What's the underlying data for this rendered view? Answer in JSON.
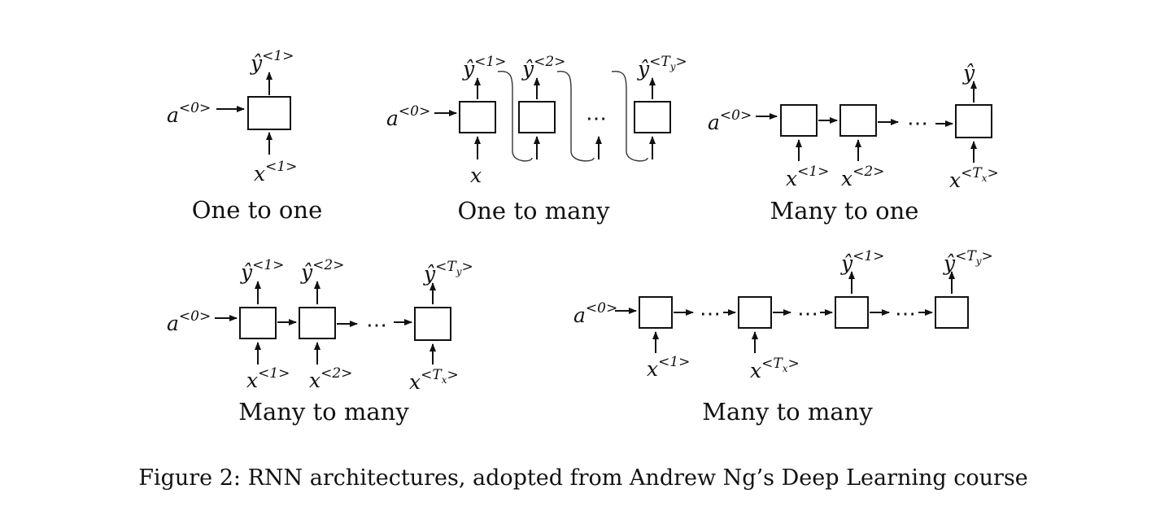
{
  "labels": {
    "a0": "a",
    "a0_sup": "<0>",
    "x": "x",
    "yhat": "ŷ",
    "sup_1": "<1>",
    "sup_2": "<2>",
    "sup_Ty_open": "<T",
    "Ty_sub": "y",
    "sup_Tx_open": "<T",
    "Tx_sub": "x",
    "sup_close": ">",
    "ellipsis": "⋯"
  },
  "titles": {
    "one_to_one": "One to one",
    "one_to_many": "One to many",
    "many_to_one": "Many to one",
    "many_to_many_1": "Many to many",
    "many_to_many_2": "Many to many"
  },
  "caption": "Figure 2: RNN architectures, adopted from Andrew Ng’s Deep Learning course"
}
